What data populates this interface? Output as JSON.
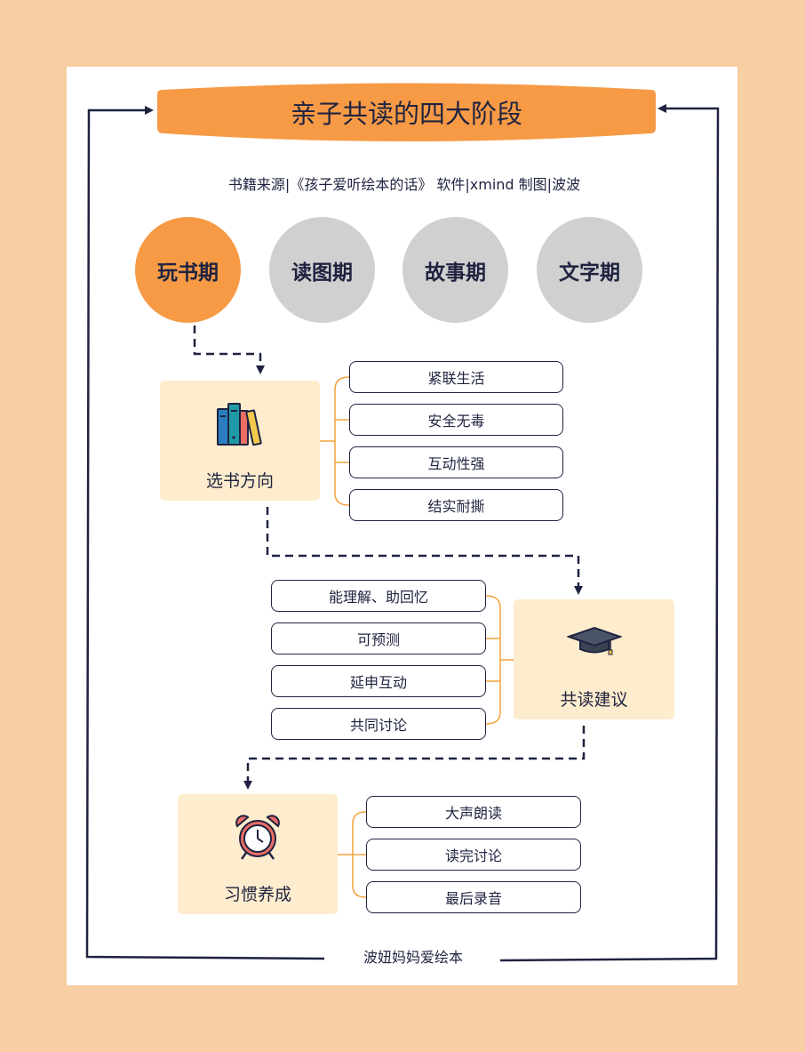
{
  "title": "亲子共读的四大阶段",
  "subtitle": "书籍来源|《孩子爱听绘本的话》  软件|xmind  制图|波波",
  "stages": [
    "玩书期",
    "读图期",
    "故事期",
    "文字期"
  ],
  "sections": {
    "book_choice": {
      "label": "选书方向",
      "icon": "books-icon",
      "items": [
        "紧联生活",
        "安全无毒",
        "互动性强",
        "结实耐撕"
      ]
    },
    "reading_advice": {
      "label": "共读建议",
      "icon": "graduation-cap-icon",
      "items": [
        "能理解、助回忆",
        "可预测",
        "延申互动",
        "共同讨论"
      ]
    },
    "habit": {
      "label": "习惯养成",
      "icon": "alarm-clock-icon",
      "items": [
        "大声朗读",
        "读完讨论",
        "最后录音"
      ]
    }
  },
  "footer": "波妞妈妈爱绘本",
  "colors": {
    "background": "#f8cfa2",
    "accent_orange": "#f79a45",
    "inactive_gray": "#d0d0d0",
    "panel_cream": "#fdeccd",
    "ink": "#1f2340",
    "bracket": "#f3a33c"
  }
}
